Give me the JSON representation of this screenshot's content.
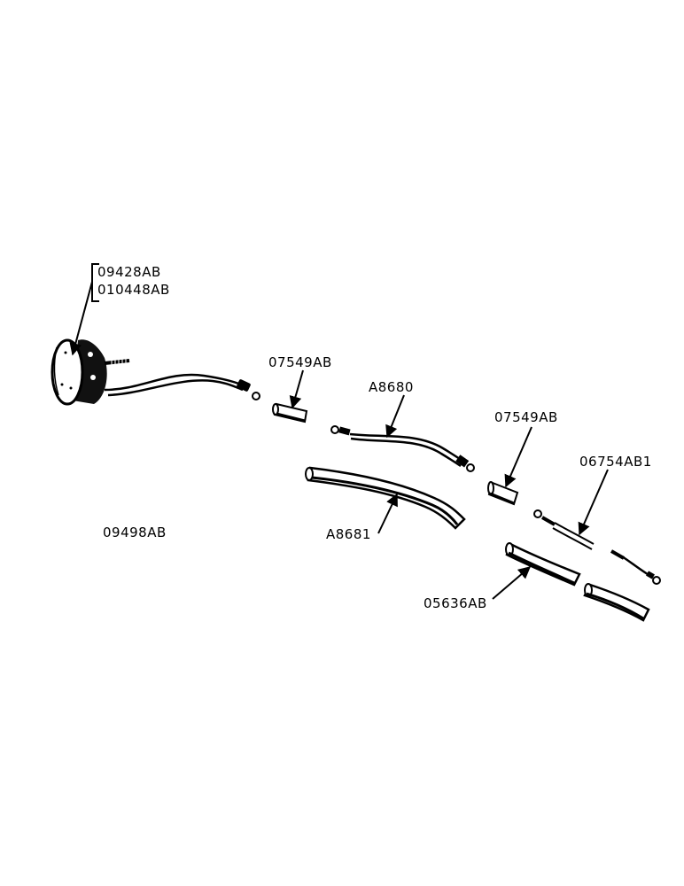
{
  "labels": {
    "gauge_part_a": "09428AB",
    "gauge_part_b": "010448AB",
    "gauge_assembly": "09498AB",
    "sleeve_1": "07549AB",
    "wire_1": "A8680",
    "sleeve_2": "07549AB",
    "wire_2": "06754AB1",
    "hose_1": "A8681",
    "hose_2": "05636AB"
  }
}
